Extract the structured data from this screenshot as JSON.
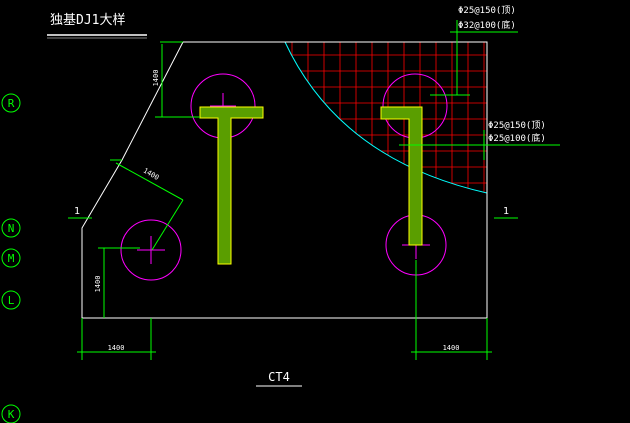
{
  "drawing": {
    "title": "独基DJ1大样",
    "label_ct": "CT4",
    "section_mark_left": "1",
    "section_mark_right": "1"
  },
  "axis_markers": [
    "R",
    "N",
    "M",
    "L",
    "K"
  ],
  "dimensions": {
    "diag_upper": "1400",
    "diag_lower": "1400",
    "vert_left": "1400",
    "bottom_left": "1400",
    "bottom_right": "1400"
  },
  "rebar_notes": {
    "top_1": "Φ25@150(顶)",
    "top_2": "Φ32@100(底)",
    "right_1": "Φ25@150(顶)",
    "right_2": "Φ25@100(底)"
  },
  "colors": {
    "background": "#000000",
    "outline": "#ffffff",
    "dimension": "#00ff00",
    "circle": "#ff00ff",
    "hatch": "#ff0000",
    "column_fill": "#5a9e00",
    "column_edge": "#ffff00",
    "arc": "#00ffff"
  }
}
